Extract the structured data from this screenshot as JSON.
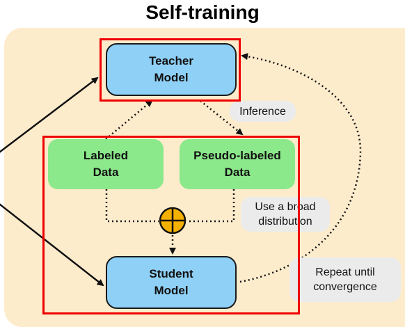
{
  "title": "Self-training",
  "nodes": {
    "teacher": "Teacher\nModel",
    "student": "Student\nModel",
    "labeled": "Labeled\nData",
    "pseudo": "Pseudo-labeled\nData"
  },
  "notes": {
    "inference": "Inference",
    "broad": "Use a broad\ndistribution",
    "repeat": "Repeat until\nconvergence"
  },
  "colors": {
    "model_fill": "#8fd0f7",
    "data_fill": "#8be88b",
    "panel_fill": "#fdeccc",
    "highlight": "#ee0000",
    "combine_fill": "#f2b000"
  },
  "icons": {
    "combine": "circled-plus-icon"
  }
}
